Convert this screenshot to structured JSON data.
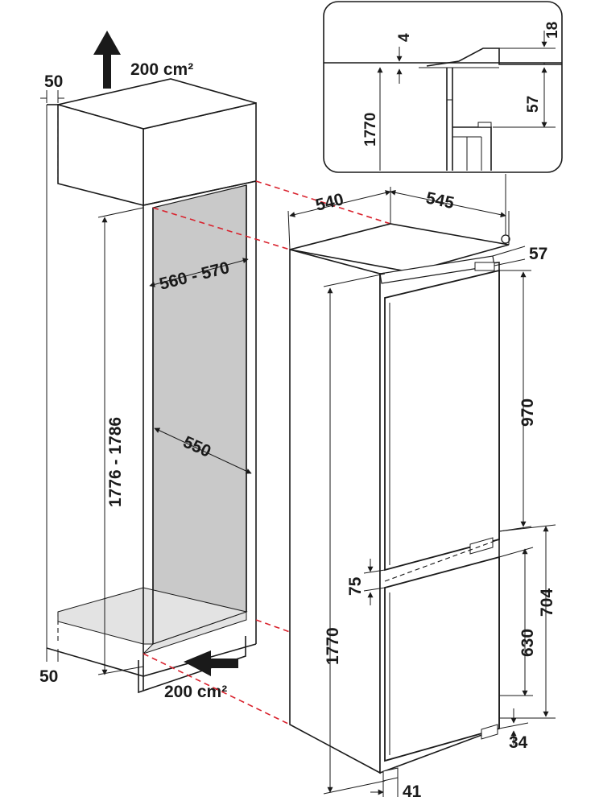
{
  "labels": {
    "top_vent": "200 cm²",
    "bottom_vent": "200 cm²",
    "top_offset": "50",
    "bottom_offset": "50",
    "niche_height": "1776 - 1786",
    "niche_width": "560 - 570",
    "niche_depth": "550",
    "appliance_width": "540",
    "appliance_depth": "545",
    "top_gap": "57",
    "fridge_door": "970",
    "door_gap": "75",
    "freezer_door": "630",
    "freezer_total": "704",
    "appliance_height": "1770",
    "plinth": "34",
    "foot": "41",
    "detail_height": "1770",
    "detail_gap": "4",
    "detail_top": "18",
    "detail_bracket": "57"
  },
  "colors": {
    "line": "#1a1a1a",
    "niche_fill": "#c9c9c9",
    "niche_floor": "#e3e3e3",
    "alignment_dash": "#d9232e"
  }
}
